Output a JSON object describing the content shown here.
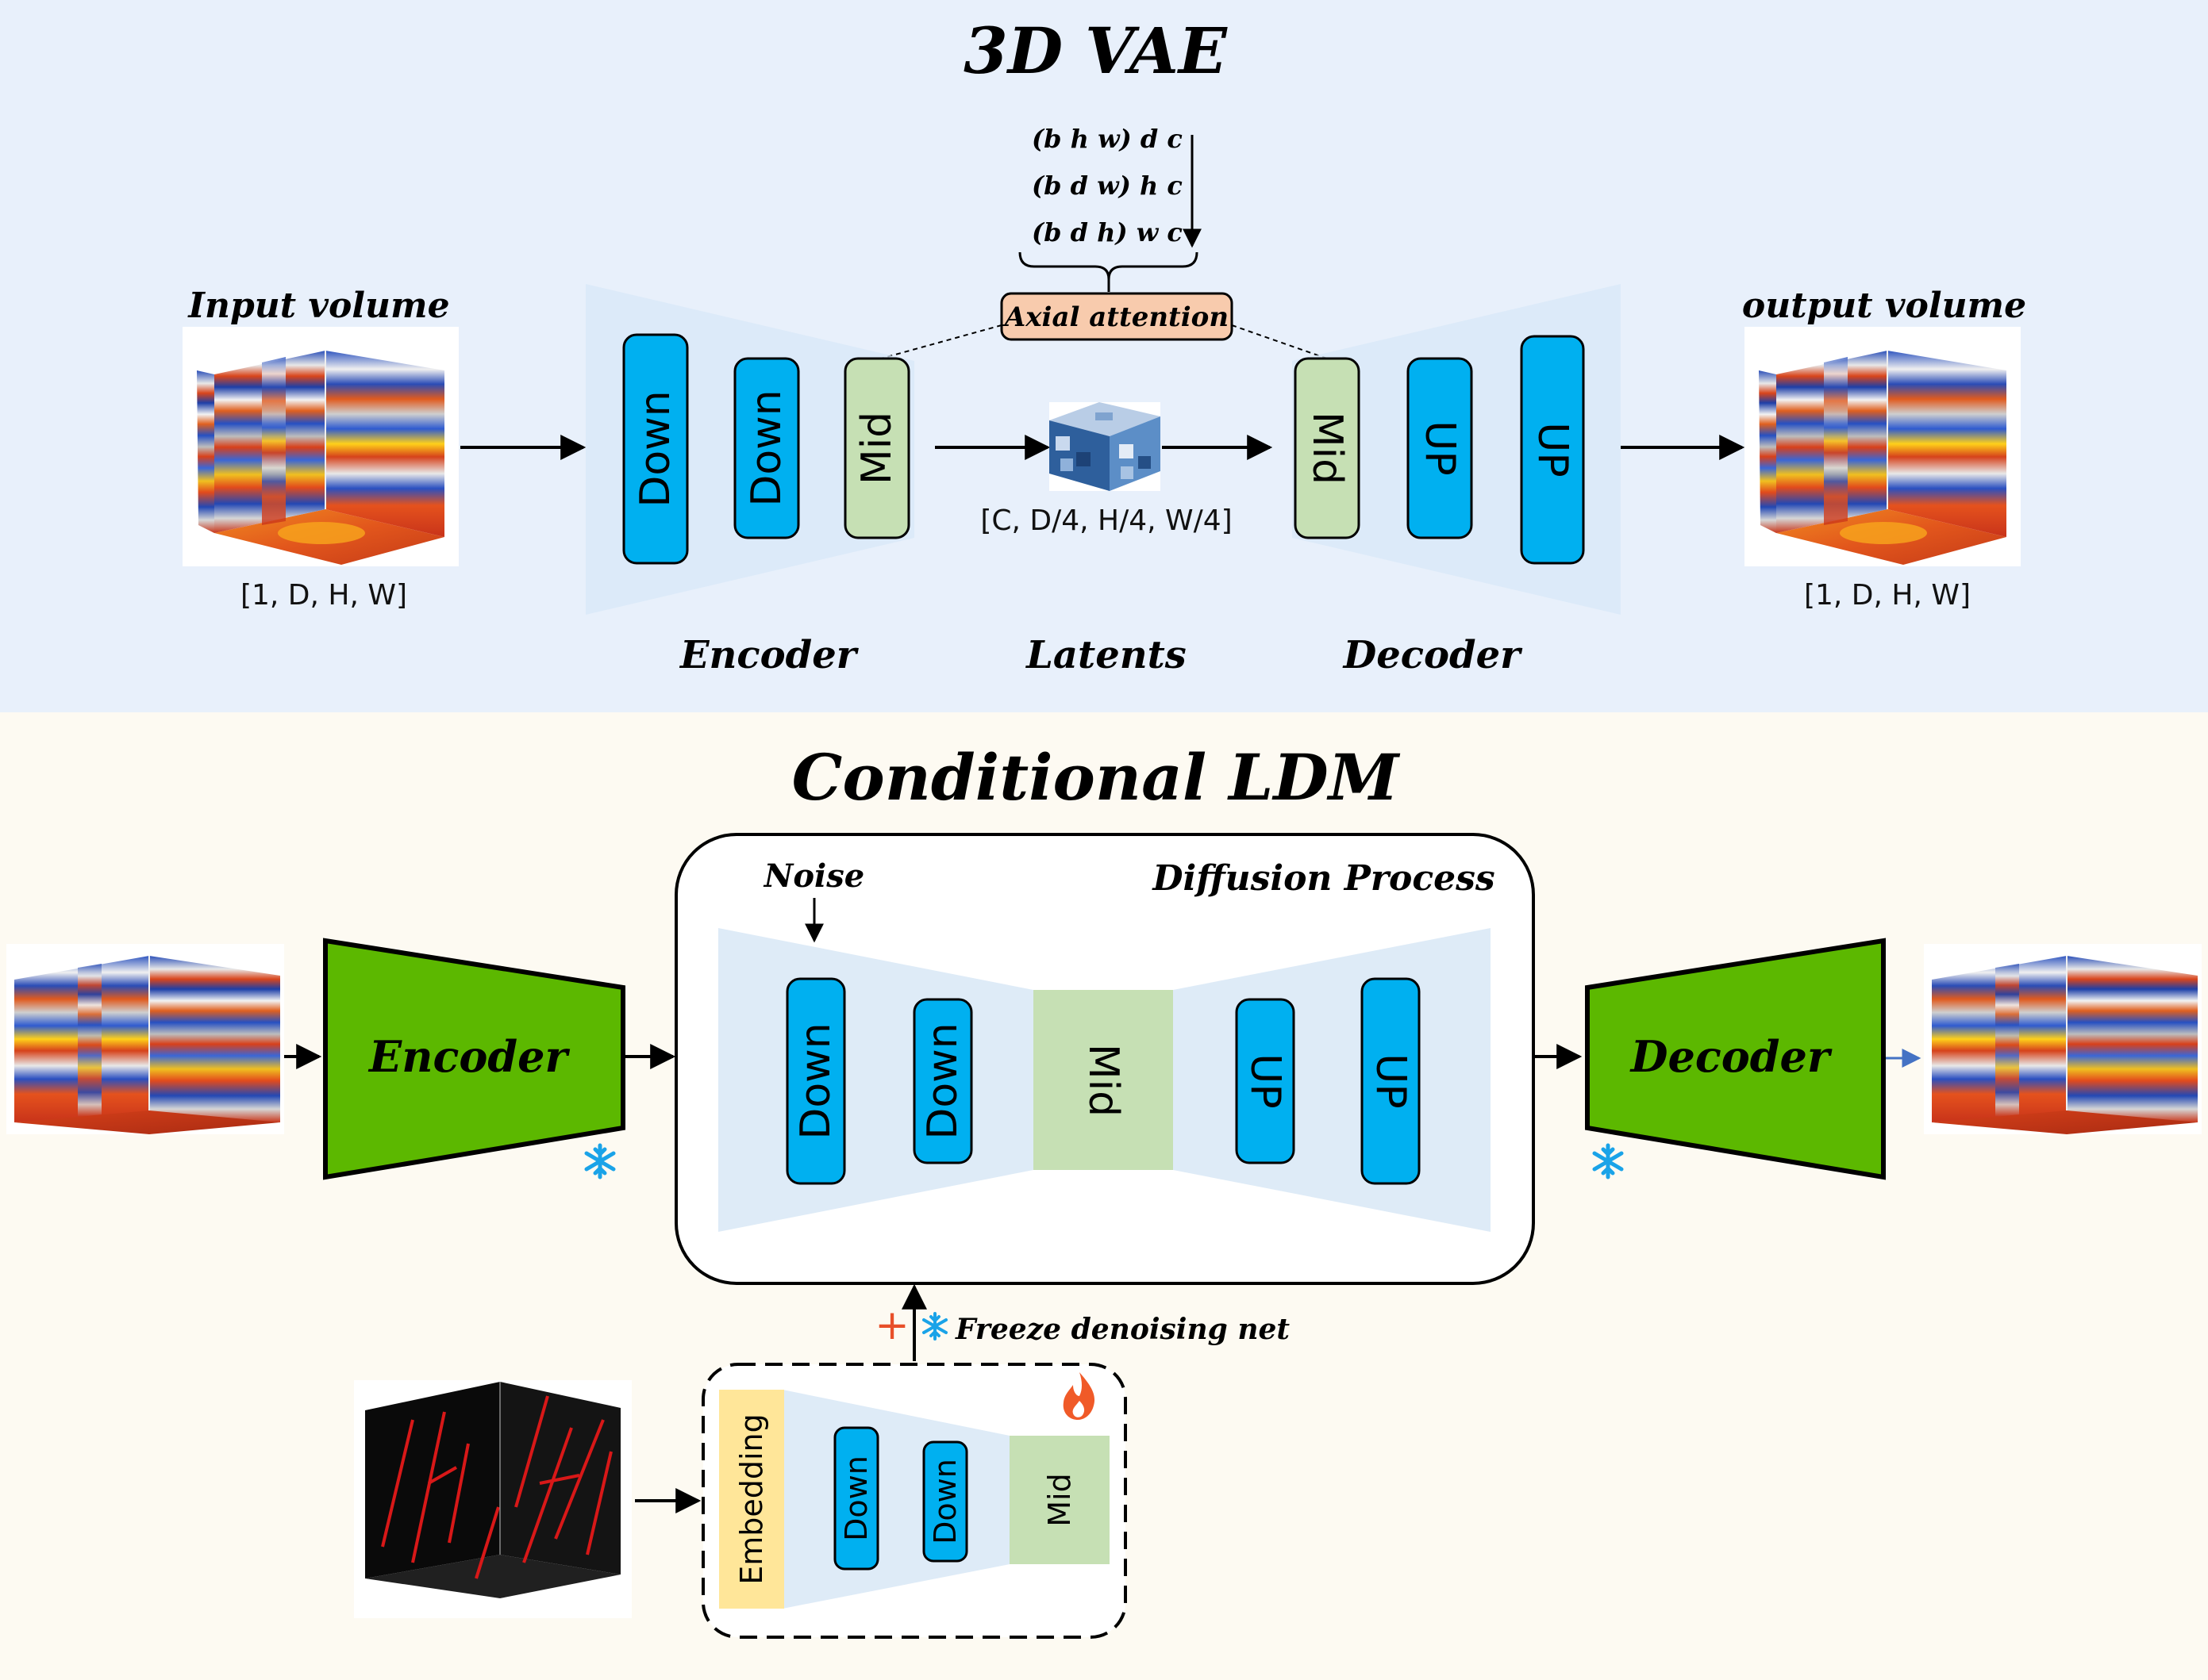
{
  "vae": {
    "title": "3D VAE",
    "input_label": "Input volume",
    "input_shape": "[1, D, H, W]",
    "output_label": "output volume",
    "output_shape": "[1, D, H, W]",
    "encoder_blocks": [
      "Down",
      "Down",
      "Mid"
    ],
    "decoder_blocks": [
      "Mid",
      "UP",
      "UP"
    ],
    "latent_shape": "[C, D/4, H/4, W/4]",
    "attention_label": "Axial attention",
    "axial_rows": [
      "(b h w) d c",
      "(b d w) h c",
      "(b d h) w c"
    ],
    "section_labels": {
      "encoder": "Encoder",
      "latents": "Latents",
      "decoder": "Decoder"
    }
  },
  "ldm": {
    "title": "Conditional LDM",
    "encoder_label": "Encoder",
    "decoder_label": "Decoder",
    "noise_label": "Noise",
    "diffusion_label": "Diffusion Process",
    "unet_blocks": [
      "Down",
      "Down",
      "Mid",
      "UP",
      "UP"
    ],
    "freeze_label": "Freeze denoising net",
    "plus_sign": "+",
    "control_blocks": [
      "Embedding",
      "Down",
      "Down",
      "Mid"
    ]
  },
  "colors": {
    "top_bg": "#e8f0fb",
    "bottom_bg": "#fdfaf2",
    "block_blue": "#00b0f0",
    "block_mid": "#c6e0b4",
    "enc_green": "#5cb800",
    "attention_fill": "#f8cbad",
    "embedding_fill": "#ffe699",
    "unet_bg": "#deebf7",
    "snowflake": "#1aa3e8",
    "flame": "#f05a28",
    "plus": "#e8502a"
  },
  "icons": [
    "seismic-volume-icon",
    "latent-cube-icon",
    "snowflake-icon",
    "flame-icon",
    "fault-volume-icon"
  ]
}
